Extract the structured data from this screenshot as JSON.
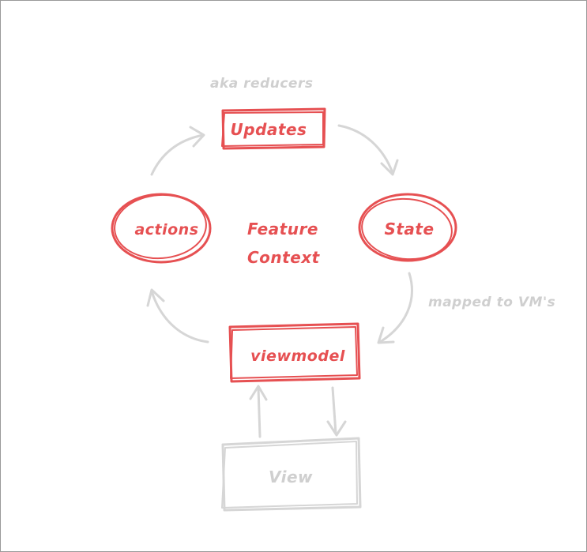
{
  "nodes": {
    "updates": "Updates",
    "actions": "actions",
    "state": "State",
    "viewmodel": "viewmodel",
    "view": "View"
  },
  "center_label": {
    "line1": "Feature",
    "line2": "Context"
  },
  "annotations": {
    "updates_note": "aka reducers",
    "state_note": "mapped to VM's"
  },
  "colors": {
    "accent": "#e65052",
    "muted": "#d6d6d6"
  }
}
